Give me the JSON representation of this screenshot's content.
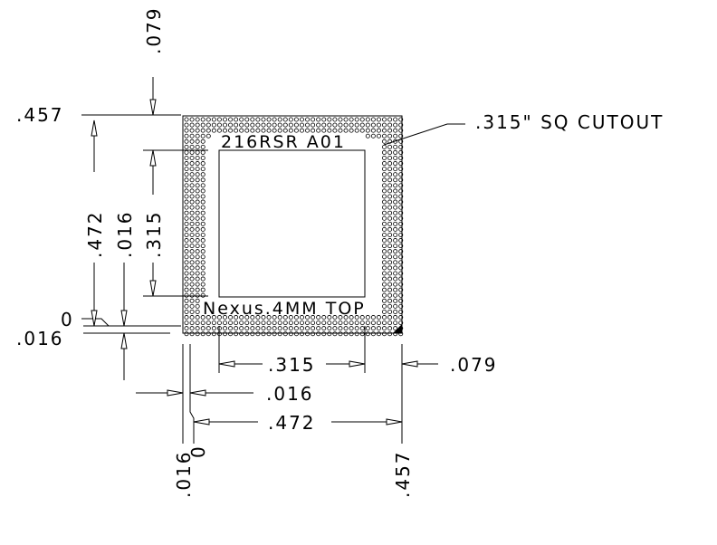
{
  "drawing": {
    "callout": ".315\" SQ CUTOUT",
    "marking_top": "216RSR A01",
    "marking_bottom": "Nexus.4MM TOP",
    "dims": {
      "left_top": ".457",
      "left_top_small": ".079",
      "left_tall": ".472",
      "left_mid": ".016",
      "left_cut": ".315",
      "left_zero": "0",
      "left_bottom": ".016",
      "bot_cut": ".315",
      "bot_edge": ".079",
      "bot_small": ".016",
      "bot_total": ".472",
      "bot_rot_left": ".016",
      "bot_rot_zero": "0",
      "bot_rot_right": ".457"
    }
  }
}
